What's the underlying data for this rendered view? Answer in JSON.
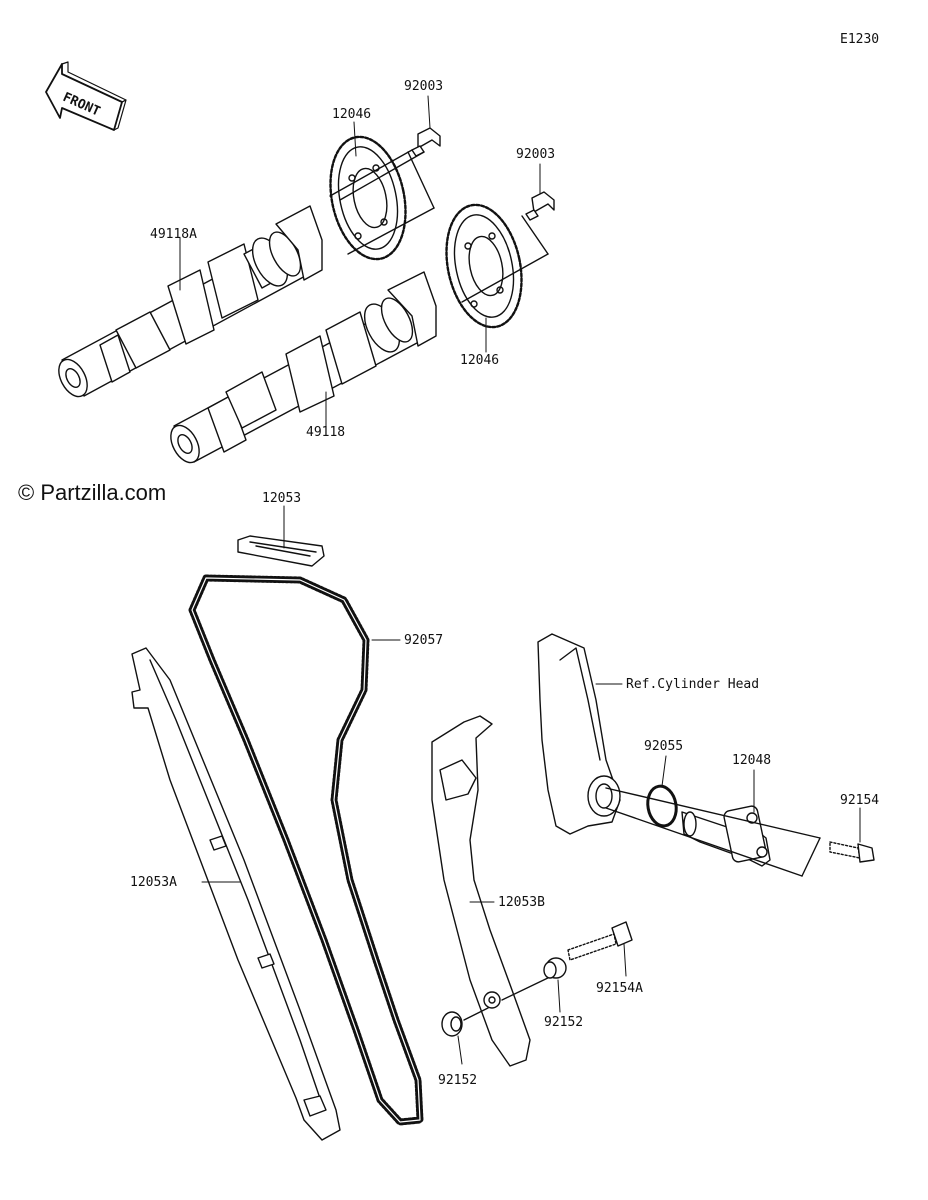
{
  "diagram_code": "E1230",
  "watermark": "© Partzilla.com",
  "front_arrow": {
    "text": "FRONT"
  },
  "labels": {
    "bolt_upper_left": "92003",
    "bolt_upper_right": "92003",
    "sprocket_upper": "12046",
    "sprocket_lower": "12046",
    "camshaft_a": "49118A",
    "camshaft_b": "49118",
    "guide_top": "12053",
    "chain": "92057",
    "guide_left": "12053A",
    "guide_right": "12053B",
    "ref_cylinder_head": "Ref.Cylinder Head",
    "oring": "92055",
    "tensioner": "12048",
    "bolt_tensioner": "92154",
    "bolt_guide": "92154A",
    "collar_upper": "92152",
    "collar_lower": "92152"
  },
  "colors": {
    "line": "#111111",
    "background": "#ffffff"
  }
}
